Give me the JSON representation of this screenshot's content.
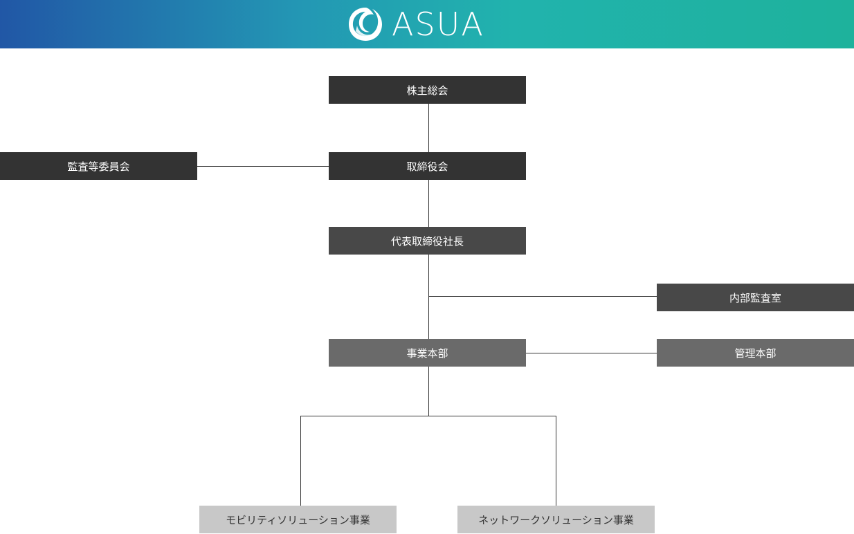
{
  "header": {
    "logo_text": "ASUA",
    "gradient_start": "#2157a6",
    "gradient_end": "#1eb29c"
  },
  "org_chart": {
    "shareholders": "株主総会",
    "board": "取締役会",
    "audit_committee": "監査等委員会",
    "president": "代表取締役社長",
    "internal_audit": "内部監査室",
    "business_division": "事業本部",
    "admin_division": "管理本部",
    "mobility": "モビリティソリューション事業",
    "network": "ネットワークソリューション事業"
  },
  "colors": {
    "top_level": "#333333",
    "executive": "#484848",
    "division": "#6a6a6a",
    "business_unit": "#c8c8c8",
    "connector": "#333333"
  }
}
